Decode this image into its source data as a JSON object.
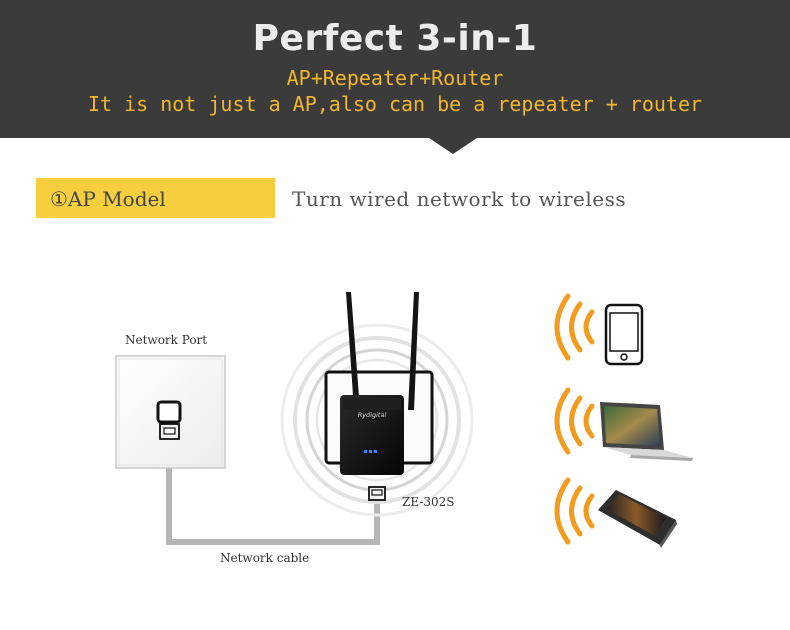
{
  "banner": {
    "title": "Perfect 3-in-1",
    "subtitle": "AP+Repeater+Router",
    "tagline": "It is not just a AP,also can be a repeater + router"
  },
  "mode": {
    "badge": "①AP Model",
    "description": "Turn wired network to wireless"
  },
  "diagram": {
    "wall_label": "Network Port",
    "cable_label": "Network cable",
    "device_model": "ZE-302S",
    "device_brand": "Rydigital",
    "clients": [
      "phone-icon",
      "laptop-icon",
      "tablet-icon"
    ]
  },
  "colors": {
    "banner_bg": "#3b3b3b",
    "accent": "#f3b62c",
    "badge_bg": "#f7cf3e",
    "wifi_orange": "#f29c1f",
    "cable_gray": "#b5b5b5"
  }
}
